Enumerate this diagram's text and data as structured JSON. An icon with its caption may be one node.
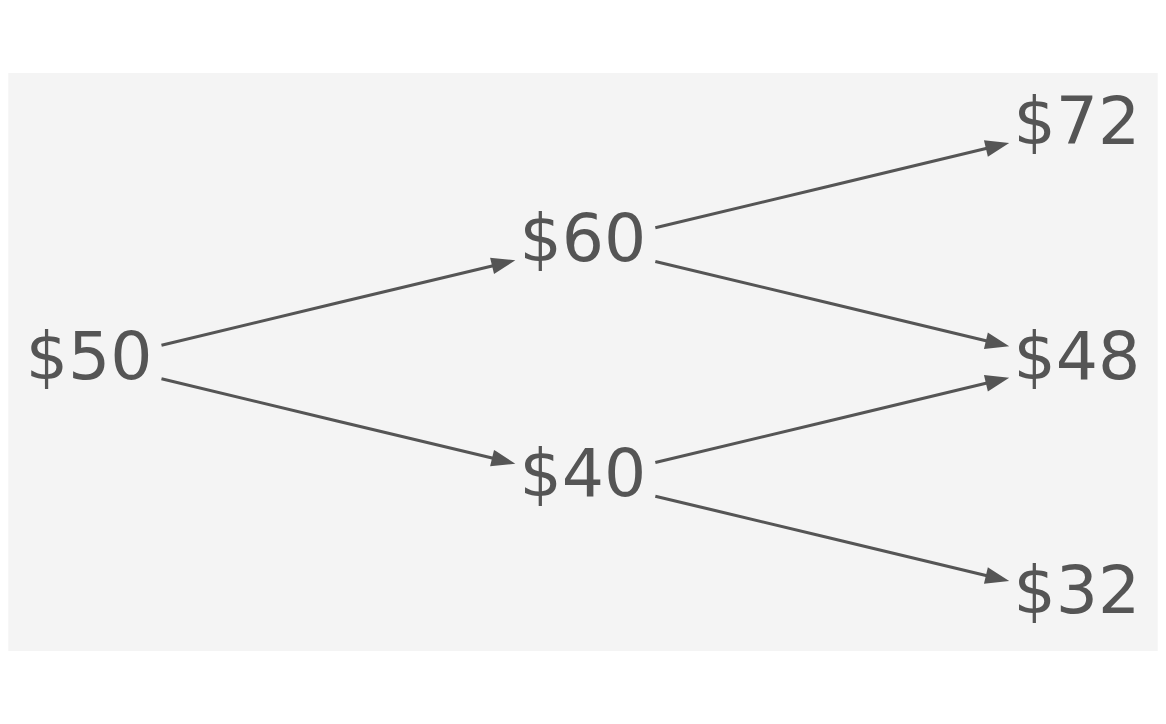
{
  "diagram": {
    "nodes": [
      {
        "text": [
          "$50"
        ]
      },
      {
        "text": [
          "$60"
        ]
      },
      {
        "text": [
          "$40"
        ]
      },
      {
        "text": [
          "$72"
        ]
      },
      {
        "text": [
          "$48"
        ]
      },
      {
        "text": [
          "$32"
        ]
      }
    ],
    "edges": [
      {
        "from": 0,
        "to": 1,
        "arrow": "to"
      },
      {
        "from": 0,
        "to": 2,
        "arrow": "to"
      },
      {
        "from": 1,
        "to": 3,
        "arrow": "to"
      },
      {
        "from": 1,
        "to": 4,
        "arrow": "to"
      },
      {
        "from": 2,
        "to": 4,
        "arrow": "to"
      },
      {
        "from": 2,
        "to": 5,
        "arrow": "to"
      }
    ]
  }
}
